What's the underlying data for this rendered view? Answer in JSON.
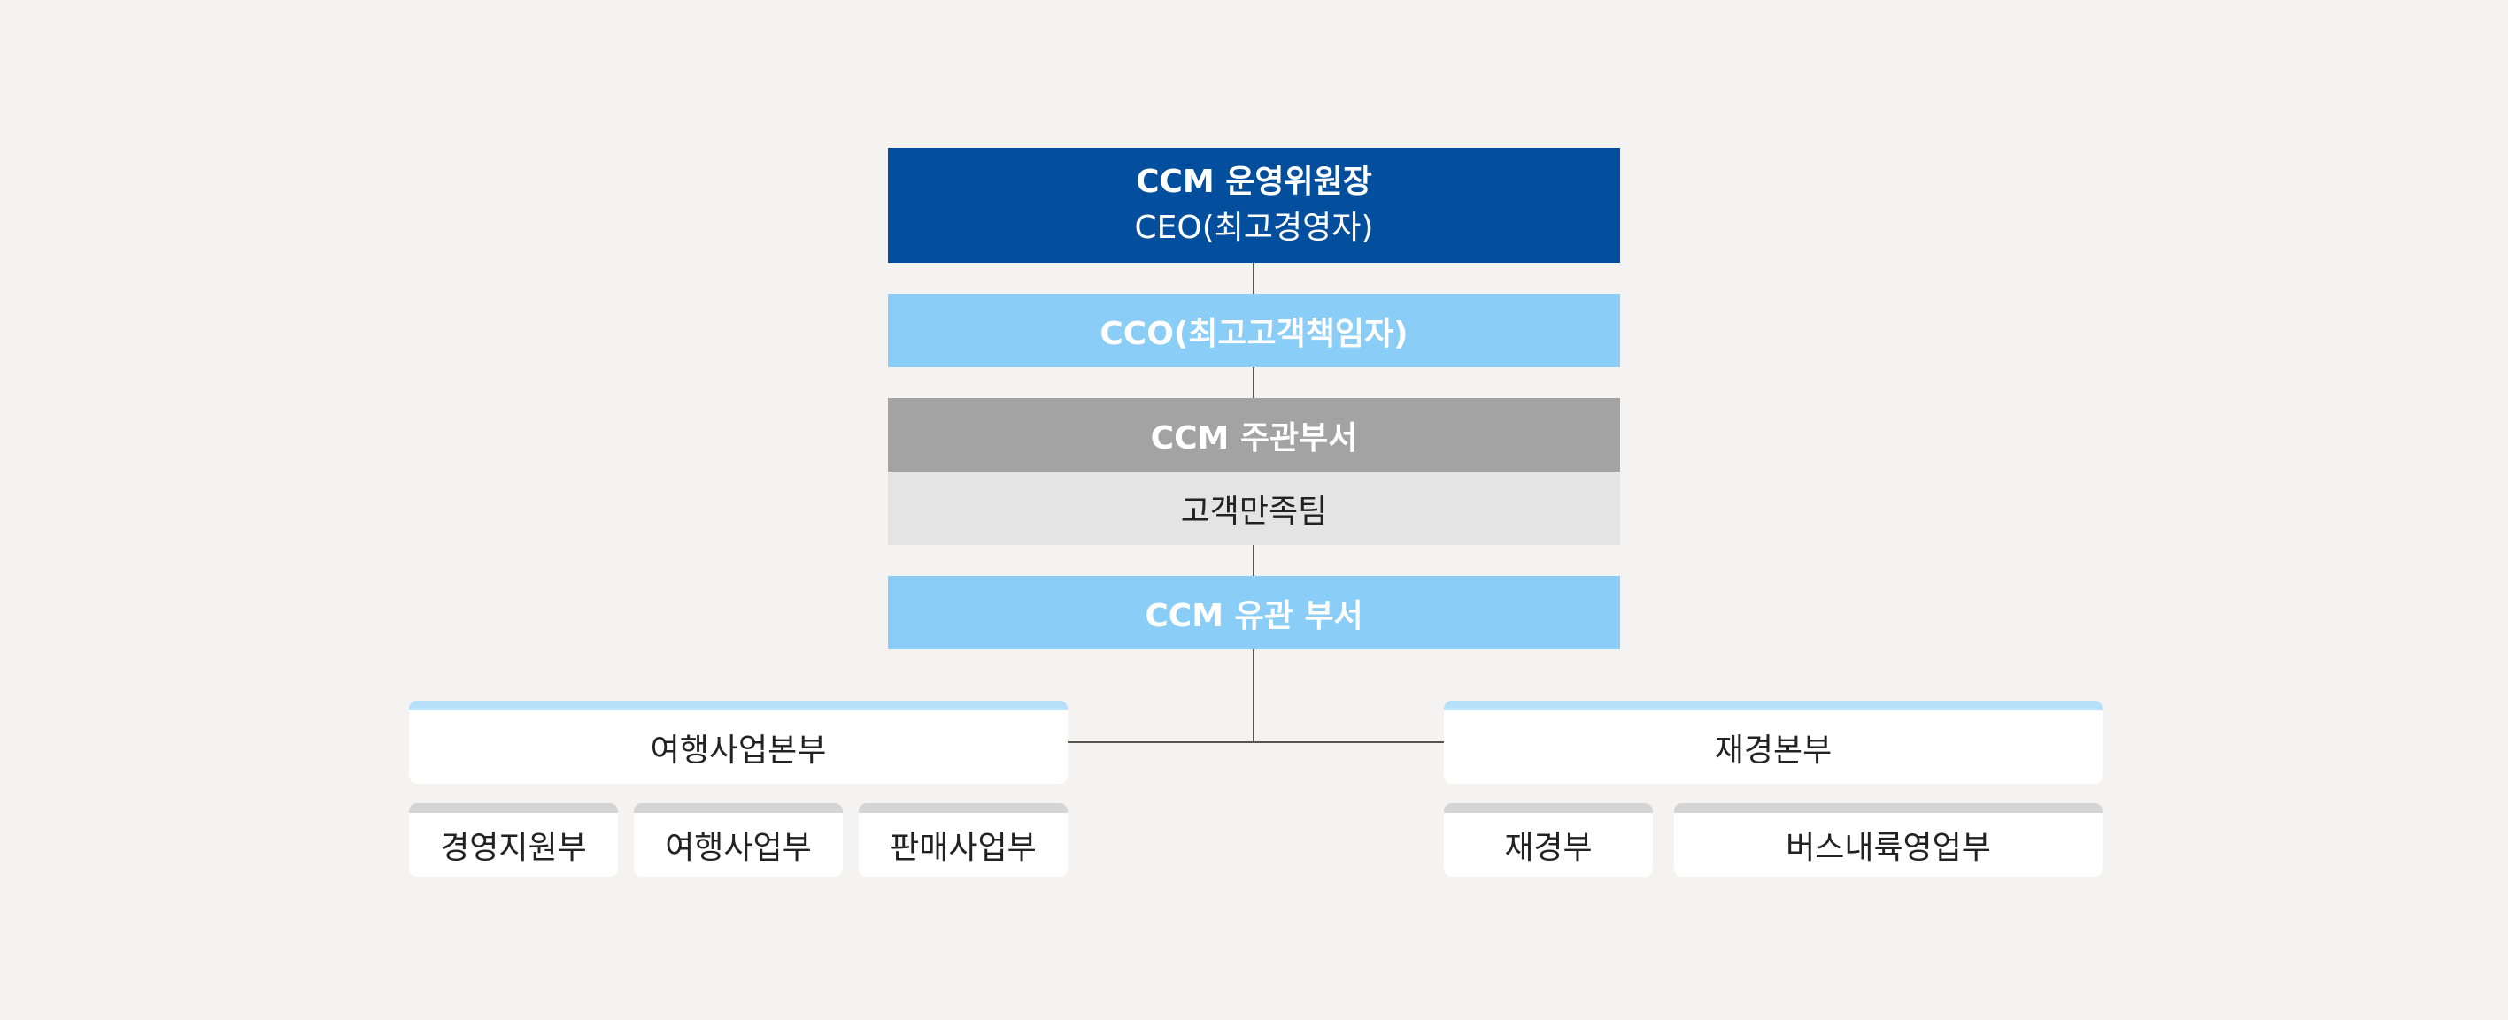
{
  "chart": {
    "ceo": {
      "title": "CCM 운영위원장",
      "subtitle": "CEO(최고경영자)"
    },
    "cco": {
      "title": "CCO(최고고객책임자)"
    },
    "main_department": {
      "title": "CCM 주관부서",
      "team": "고객만족팀"
    },
    "related_departments": {
      "title": "CCM 유관 부서"
    },
    "divisions": [
      {
        "name": "여행사업본부",
        "subdepartments": [
          "경영지원부",
          "여행사업부",
          "판매사업부"
        ]
      },
      {
        "name": "재경본부",
        "subdepartments": [
          "재경부",
          "버스내륙영업부"
        ]
      }
    ]
  },
  "colors": {
    "background": "#f4f3f2",
    "ceo": "#044f9d",
    "light_blue": "#8acdf6",
    "gray_header": "#a2a3a2",
    "gray_light": "#e4e4e4",
    "division_accent": "#b6e0fa",
    "sub_accent": "#d4d4d4"
  }
}
